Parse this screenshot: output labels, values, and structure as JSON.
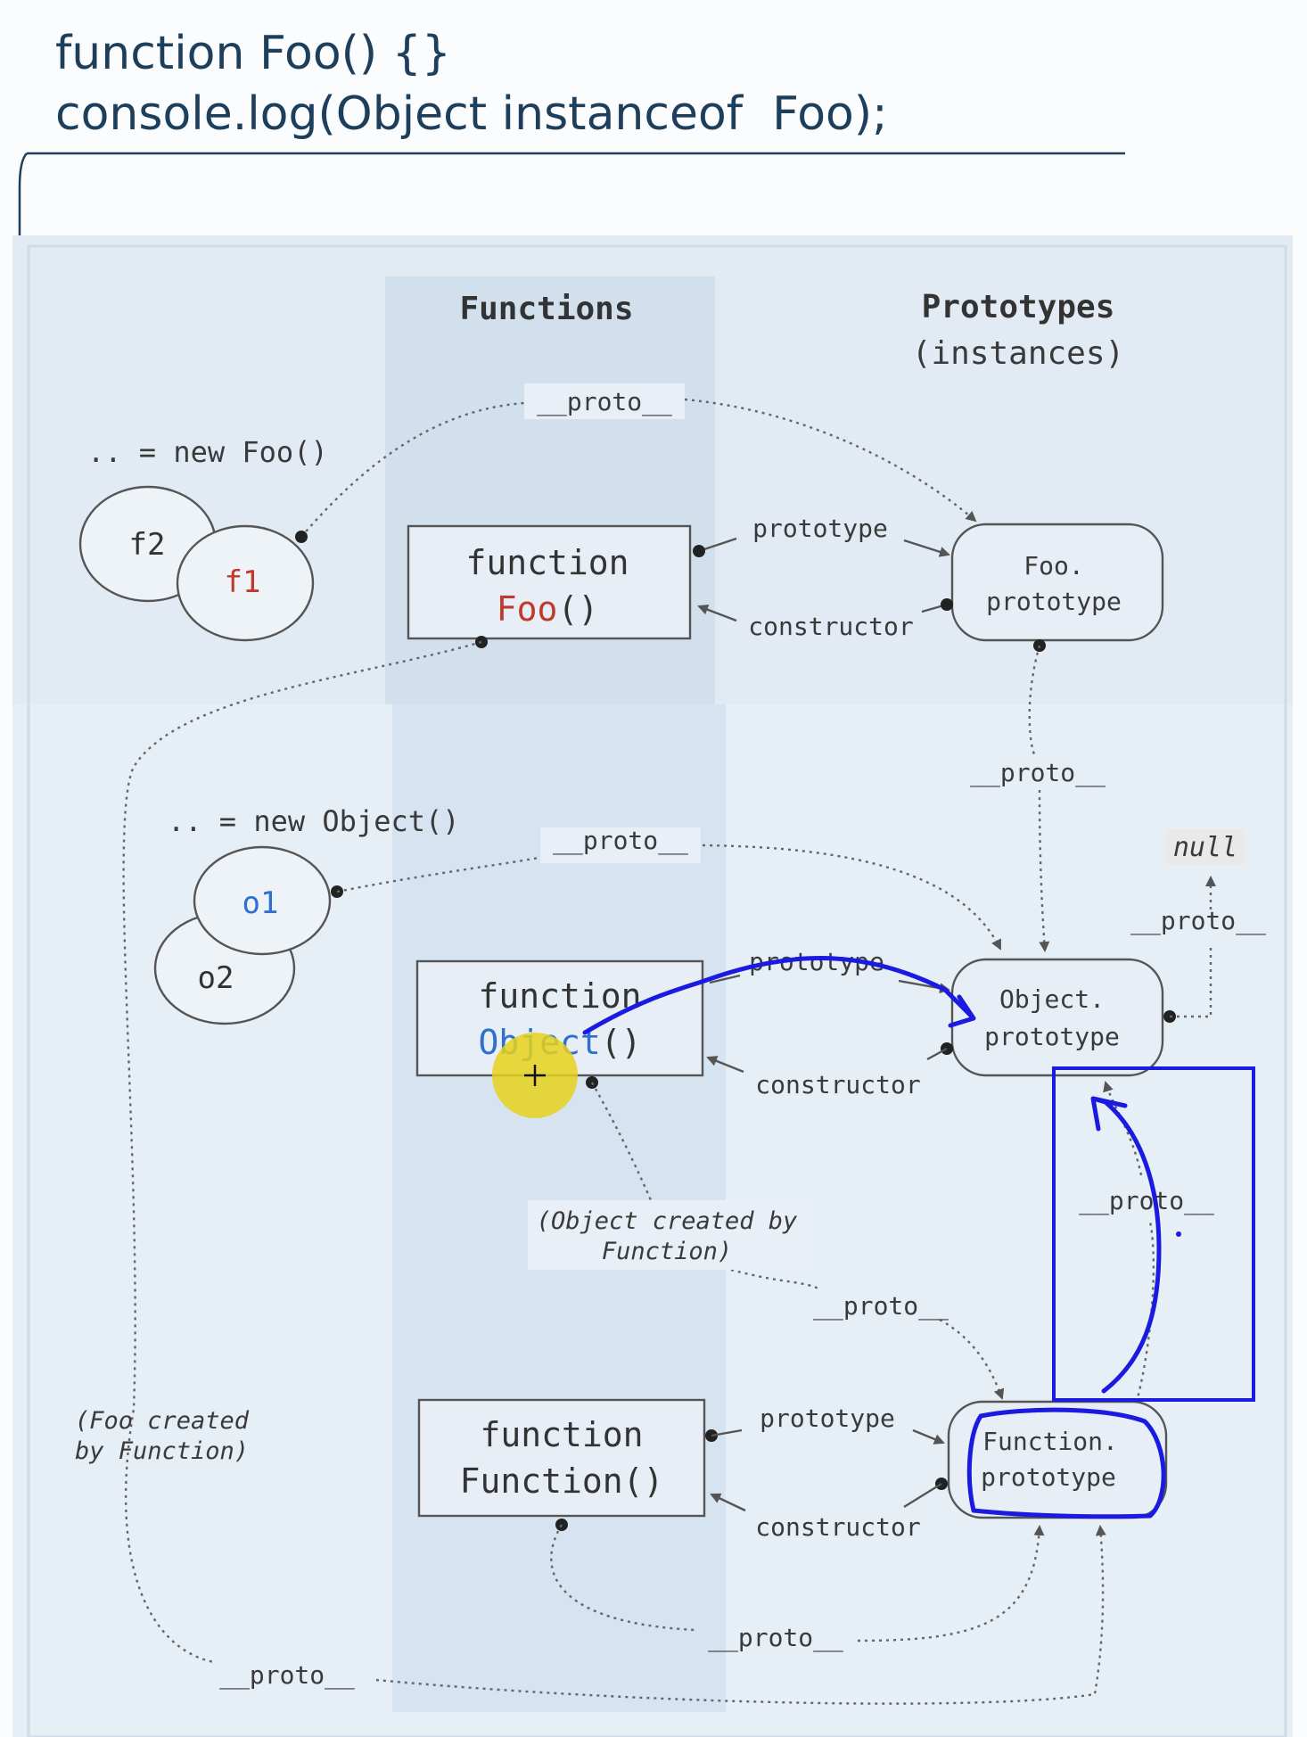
{
  "code": {
    "line1": "function Foo() {}",
    "line2": "console.log(Object instanceof  Foo);"
  },
  "headers": {
    "functions": "Functions",
    "prototypes": "Prototypes",
    "prototypes_sub": "(instances)"
  },
  "labels": {
    "new_foo": ".. = new Foo()",
    "new_object": ".. = new Object()",
    "f2": "f2",
    "f1": "f1",
    "o1": "o1",
    "o2": "o2",
    "null": "null",
    "proto": "__proto__",
    "prototype": "prototype",
    "constructor": "constructor",
    "foo_created_1": "(Foo created",
    "foo_created_2": "by Function)",
    "obj_created_1": "(Object created by",
    "obj_created_2": "Function)"
  },
  "boxes": {
    "func_foo": {
      "kw": "function",
      "name": "Foo",
      "parens": "()"
    },
    "func_object": {
      "kw": "function",
      "name": "Object",
      "parens": "()"
    },
    "func_function": {
      "kw": "function",
      "name": "Function()"
    },
    "foo_proto": {
      "line1": "Foo.",
      "line2": "prototype"
    },
    "object_proto": {
      "line1": "Object.",
      "line2": "prototype"
    },
    "function_proto": {
      "line1": "Function.",
      "line2": "prototype"
    }
  },
  "colors": {
    "code_text": "#1d3f5c",
    "red_name": "#c0392b",
    "blue_name": "#2f6fd0",
    "ink": "#1a1ae0",
    "cursor": "#e6d21c"
  }
}
